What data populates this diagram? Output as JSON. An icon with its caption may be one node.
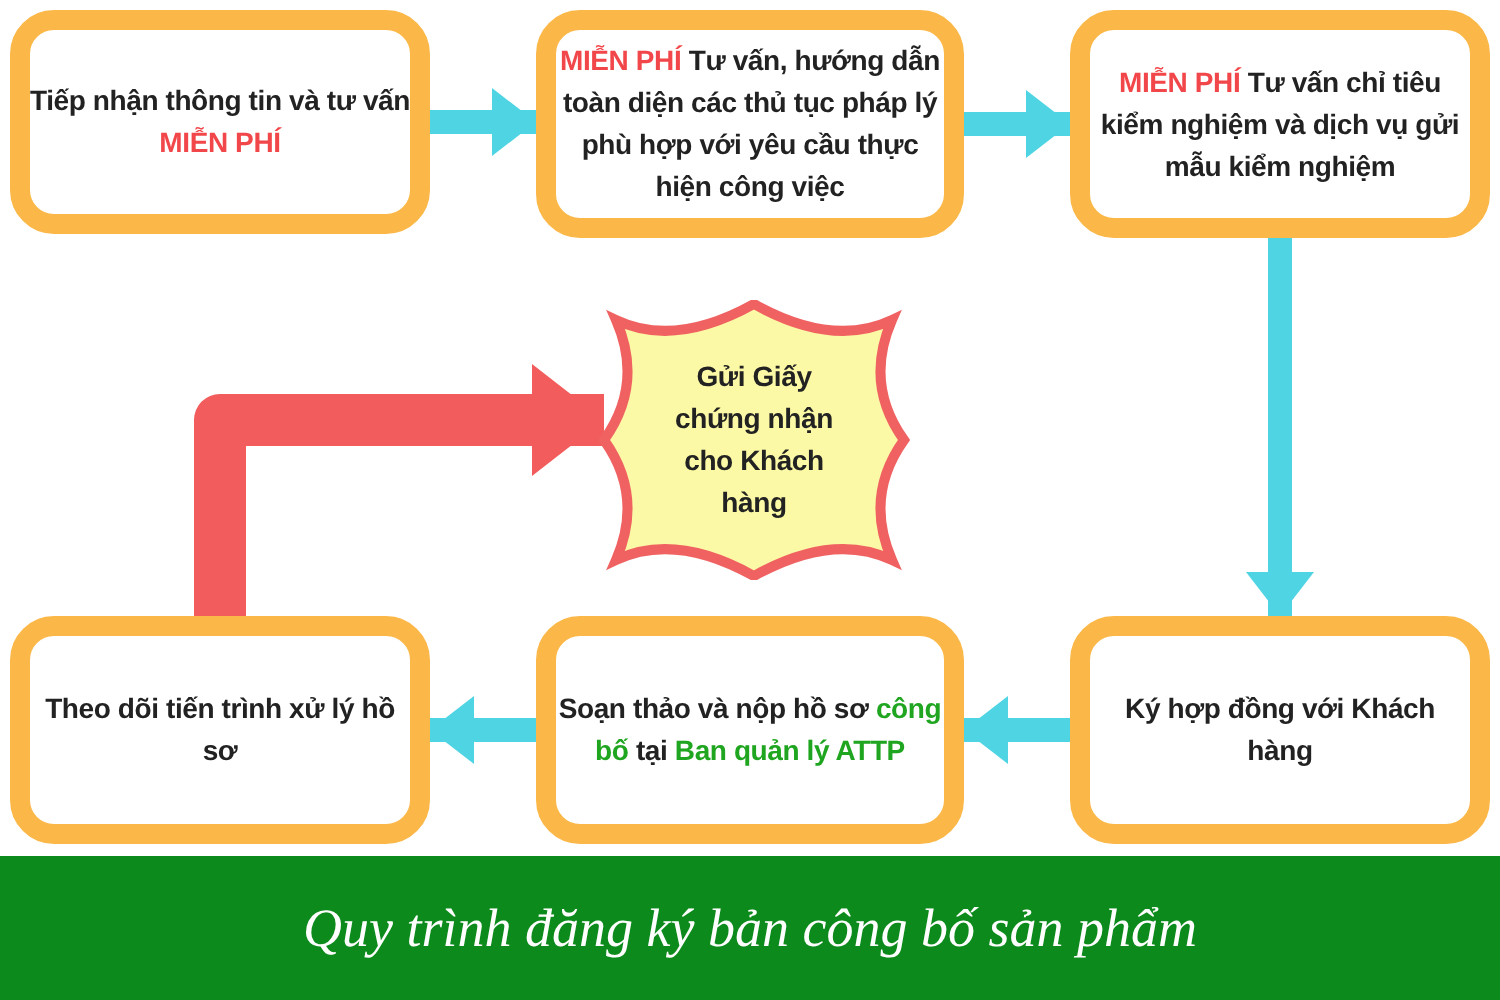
{
  "diagram": {
    "caption": "Quy trình đăng ký bản công bố sản phẩm",
    "nodes": [
      {
        "text": [
          "Tiếp nhận thông tin và tư vấn",
          "MIỄN PHÍ"
        ]
      },
      {
        "text": [
          "MIỄN PHÍ",
          "Tư vấn, hướng dẫn toàn diện các thủ tục pháp lý phù hợp với yêu cầu thực hiện công việc"
        ]
      },
      {
        "text": [
          "MIỄN PHÍ",
          "Tư vấn chỉ tiêu kiểm nghiệm và dịch vụ gửi mẫu kiểm nghiệm"
        ]
      },
      {
        "text": [
          "Ký hợp đồng với Khách hàng"
        ]
      },
      {
        "text": [
          "Soạn thảo và nộp hồ sơ",
          "công bố",
          "tại",
          "Ban quản lý  ATTP"
        ]
      },
      {
        "text": [
          "Theo dõi tiến trình xử lý hồ sơ"
        ]
      },
      {
        "text": [
          "Gửi Giấy chứng nhận cho Khách hàng"
        ]
      }
    ],
    "edges": [
      {
        "from": 0,
        "to": 1,
        "arrow": "to"
      },
      {
        "from": 1,
        "to": 2,
        "arrow": "to"
      },
      {
        "from": 2,
        "to": 3,
        "arrow": "to"
      },
      {
        "from": 3,
        "to": 4,
        "arrow": "to"
      },
      {
        "from": 4,
        "to": 5,
        "arrow": "to"
      },
      {
        "from": 5,
        "to": 6,
        "arrow": "to",
        "style": "thick",
        "color": "#f25c5c"
      }
    ]
  }
}
